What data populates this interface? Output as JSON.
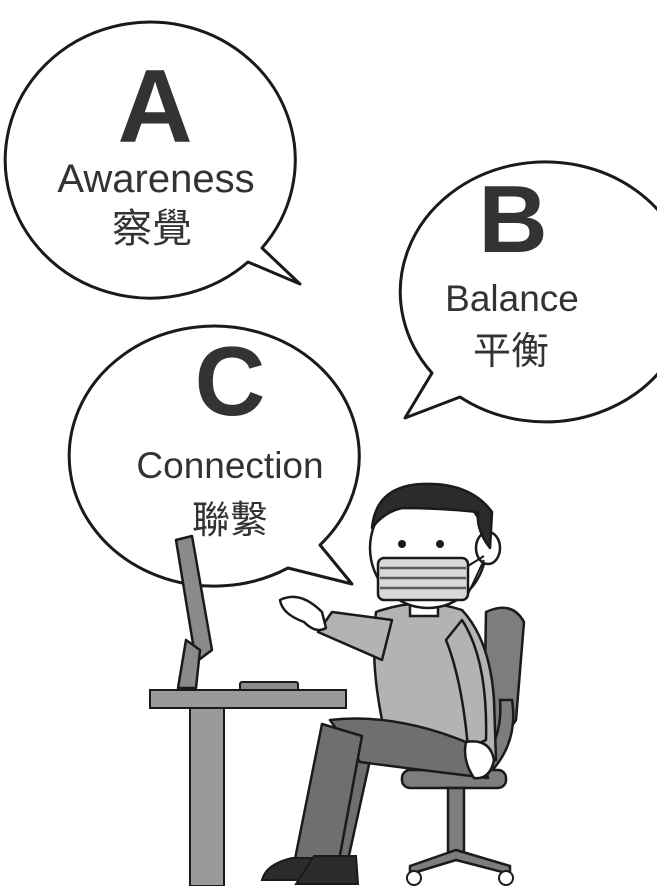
{
  "bubbles": [
    {
      "letter": "A",
      "word": "Awareness",
      "chinese": "察覺"
    },
    {
      "letter": "B",
      "word": "Balance",
      "chinese": "平衡"
    },
    {
      "letter": "C",
      "word": "Connection",
      "chinese": "聯繫"
    }
  ],
  "colors": {
    "outline": "#1a1a1a",
    "text": "#333333",
    "shirt": "#b3b3b3",
    "pants": "#6f6f6f",
    "hair": "#2b2b2b",
    "chair": "#7d7d7d",
    "desk": "#9a9a9a",
    "monitor": "#8a8a8a",
    "mask": "#d9d9d9",
    "skin": "#ffffff"
  }
}
